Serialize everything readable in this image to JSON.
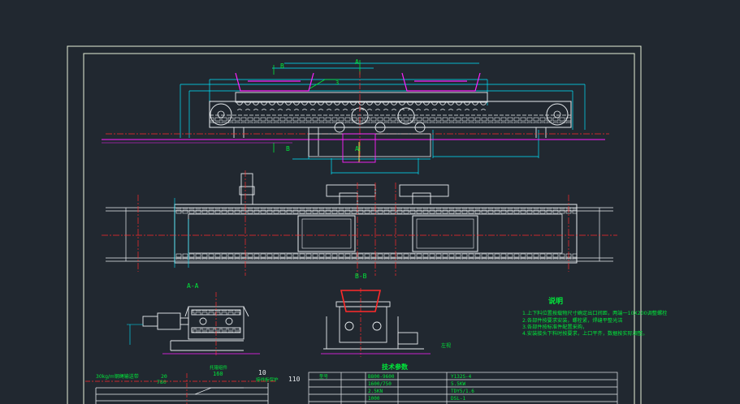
{
  "colors": {
    "background": "#212830",
    "border": "#e8f0d8",
    "white": "#e8ecef",
    "green": "#00e83a",
    "cyan": "#00e6ff",
    "red": "#ff2a2a",
    "magenta": "#ff20ff",
    "yellow": "#fff060"
  },
  "side_view": {
    "label_b_top": "B",
    "label_a_top": "A",
    "label_b_bottom": "B",
    "label_a_bottom": "A",
    "callout": "3"
  },
  "section_bb": {
    "label": "B-B"
  },
  "section_aa": {
    "label": "A-A"
  },
  "section_side": {
    "label": "左视"
  },
  "notes": {
    "title": "说明",
    "lines": [
      "1.上下料位置按载物尺寸确定出口间距，两端一10X200调整螺栓",
      "2.各部件按要求安装，螺栓紧，焊缝平整光洁",
      "3.各部件按标准件配置采购，",
      "4.安装接头下料时按要求，上口平齐，数据按实际调整。"
    ]
  },
  "tech_table": {
    "title": "技术参数",
    "rows": [
      [
        "型号",
        "B800-9600",
        "",
        "Y132S-4"
      ],
      [
        "",
        "1600/750",
        "",
        "5.5KW"
      ],
      [
        "",
        "2.5KN",
        "",
        "TDY5/1.6"
      ],
      [
        "",
        "1000",
        "",
        "DSL-1"
      ]
    ]
  },
  "lower_left": {
    "load_note": "30kg/m钢绳输送带",
    "dim_20": "20",
    "dim_780": "780",
    "dim_10": "10",
    "dim_110": "110",
    "dim_160": "160",
    "label_a": "托辊组件",
    "label_b": "接线板保护"
  }
}
